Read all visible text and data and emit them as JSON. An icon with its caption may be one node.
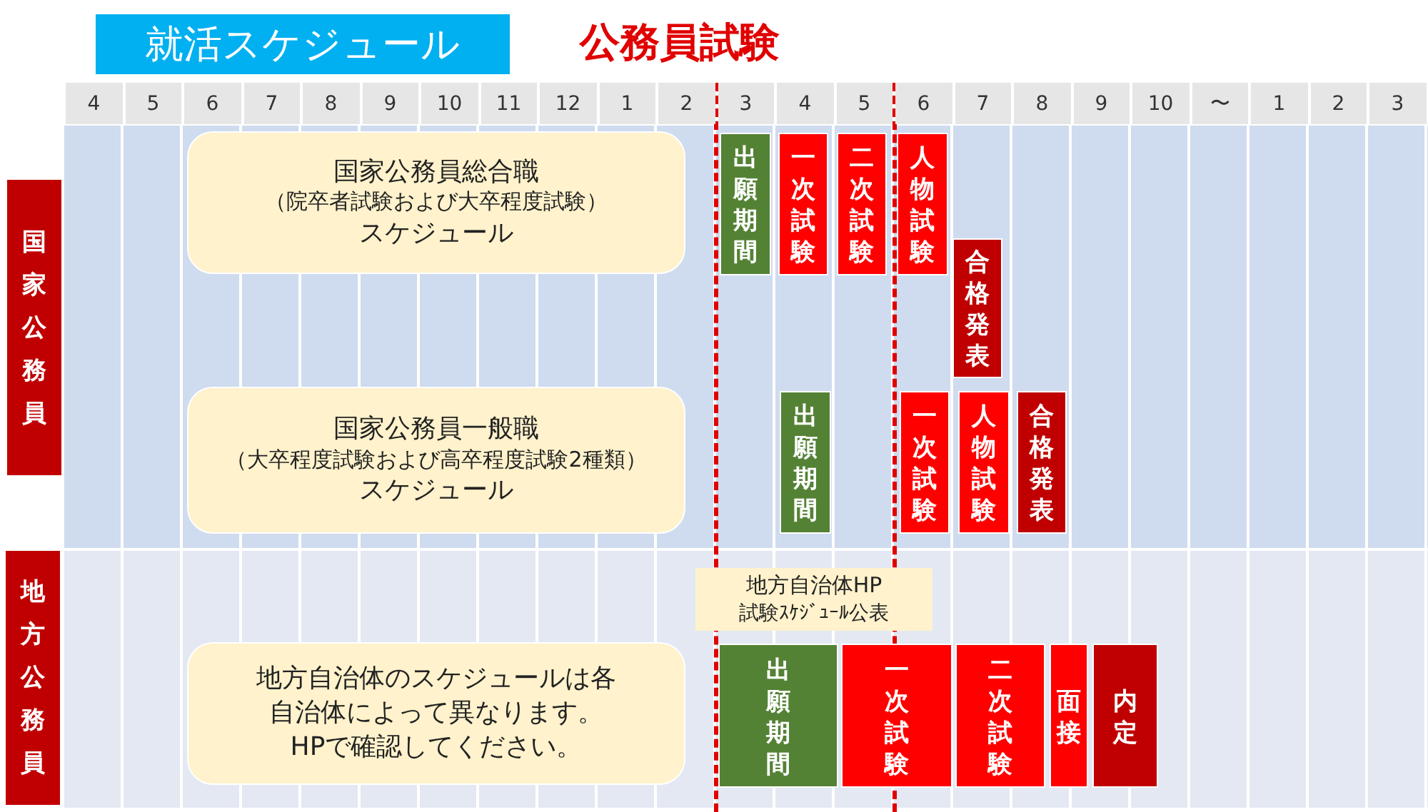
{
  "diagram": {
    "title": "公務員試験",
    "nodes": [
      {
        "text": [
          "就活スケジュール"
        ]
      },
      {
        "text": [
          "国家公務員"
        ]
      },
      {
        "text": [
          "地方公務員"
        ]
      },
      {
        "text": [
          "国家公務員総合職",
          "（院卒者試験および大卒程度試験）",
          "スケジュール"
        ]
      },
      {
        "text": [
          "出願期間"
        ]
      },
      {
        "text": [
          "一次試験"
        ]
      },
      {
        "text": [
          "二次試験"
        ]
      },
      {
        "text": [
          "人物試験"
        ]
      },
      {
        "text": [
          "合格発表"
        ]
      },
      {
        "text": [
          "国家公務員一般職",
          "（大卒程度試験および高卒程度試験2種類）",
          "スケジュール"
        ]
      },
      {
        "text": [
          "出願期間"
        ]
      },
      {
        "text": [
          "一次試験"
        ]
      },
      {
        "text": [
          "人物試験"
        ]
      },
      {
        "text": [
          "合格発表"
        ]
      },
      {
        "text": [
          "地方自治体HP",
          "試験ｽｹｼﾞｭｰﾙ公表"
        ]
      },
      {
        "text": [
          "地方自治体のスケジュールは各自治体によって異なります。HPで確認してください。"
        ]
      },
      {
        "text": [
          "出願期間"
        ]
      },
      {
        "text": [
          "一次試験"
        ]
      },
      {
        "text": [
          "二次試験"
        ]
      },
      {
        "text": [
          "面接"
        ]
      },
      {
        "text": [
          "内定"
        ]
      }
    ],
    "labels": [
      "4",
      "5",
      "6",
      "7",
      "8",
      "9",
      "10",
      "11",
      "12",
      "1",
      "2",
      "3",
      "4",
      "5",
      "6",
      "7",
      "8",
      "9",
      "10",
      "〜",
      "1",
      "2",
      "3"
    ]
  }
}
